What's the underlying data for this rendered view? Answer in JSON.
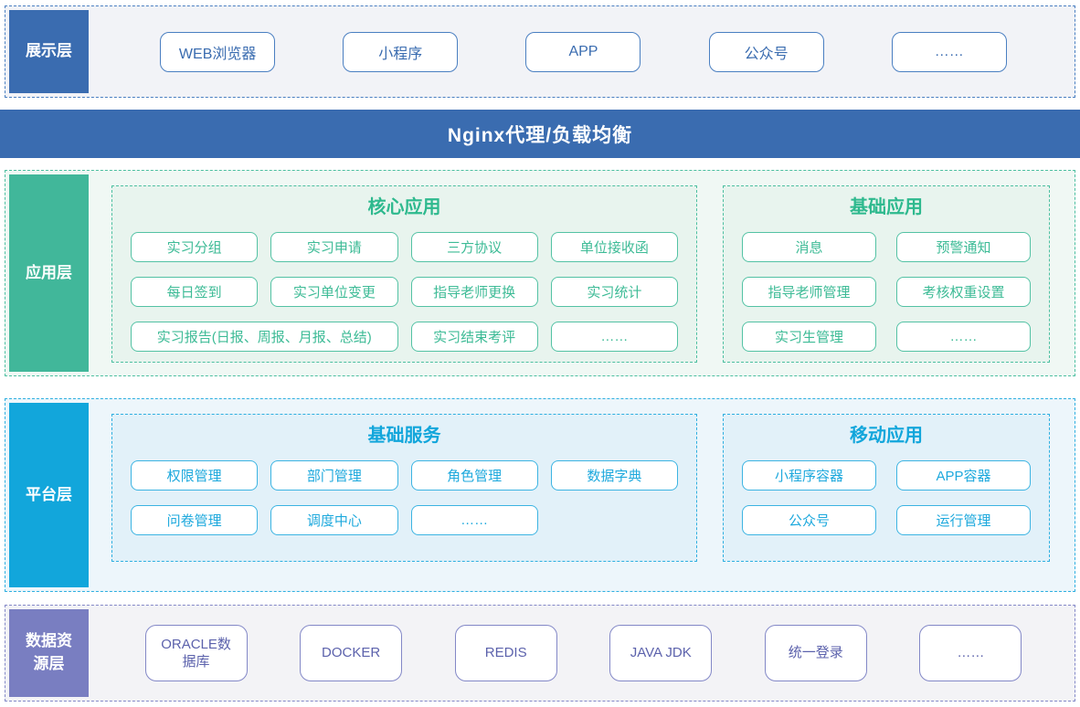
{
  "colors": {
    "blue_solid": "#3a6cb0",
    "blue_border": "#4a7fc1",
    "blue_row_bg": "#f2f3f7",
    "green_solid": "#41b79a",
    "green_title": "#2eb98e",
    "green_item": "#3dbb96",
    "green_row_bg": "#f0f8f4",
    "green_group_bg": "#e8f4ee",
    "cyan_solid": "#12a6db",
    "cyan_item": "#1ea9dd",
    "cyan_row_bg": "#edf6fb",
    "cyan_group_bg": "#e2f1f9",
    "purple_solid": "#797ec1",
    "purple_text": "#5c62ac",
    "purple_row_bg": "#f3f3f6"
  },
  "presentation": {
    "label": "展示层",
    "items": [
      "WEB浏览器",
      "小程序",
      "APP",
      "公众号",
      "……"
    ]
  },
  "nginx": {
    "title": "Nginx代理/负载均衡"
  },
  "application": {
    "label": "应用层",
    "core": {
      "title": "核心应用",
      "items": [
        "实习分组",
        "实习申请",
        "三方协议",
        "单位接收函",
        "每日签到",
        "实习单位变更",
        "指导老师更换",
        "实习统计",
        "实习报告(日报、周报、月报、总结)",
        "实习结束考评",
        "……"
      ]
    },
    "basic": {
      "title": "基础应用",
      "items": [
        "消息",
        "预警通知",
        "指导老师管理",
        "考核权重设置",
        "实习生管理",
        "……"
      ]
    }
  },
  "platform": {
    "label": "平台层",
    "services": {
      "title": "基础服务",
      "items": [
        "权限管理",
        "部门管理",
        "角色管理",
        "数据字典",
        "问卷管理",
        "调度中心",
        "……"
      ]
    },
    "mobile": {
      "title": "移动应用",
      "items": [
        "小程序容器",
        "APP容器",
        "公众号",
        "运行管理"
      ]
    }
  },
  "data_resource": {
    "label": "数据资源层",
    "items": [
      "ORACLE数据库",
      "DOCKER",
      "REDIS",
      "JAVA JDK",
      "统一登录",
      "……"
    ]
  }
}
